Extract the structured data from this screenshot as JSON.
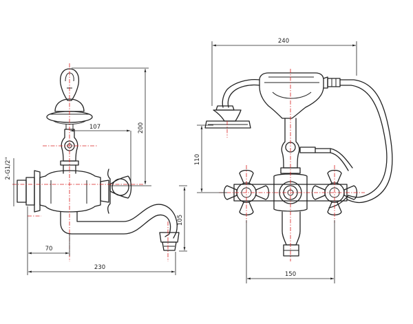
{
  "dimensions": {
    "d107": "107",
    "d200": "200",
    "d105": "105",
    "d70": "70",
    "d230": "230",
    "d240": "240",
    "d110": "110",
    "d150": "150",
    "thread": "2-G1/2\""
  },
  "colors": {
    "outline": "#222222",
    "centerline": "#d81f1f",
    "background": "#ffffff"
  }
}
